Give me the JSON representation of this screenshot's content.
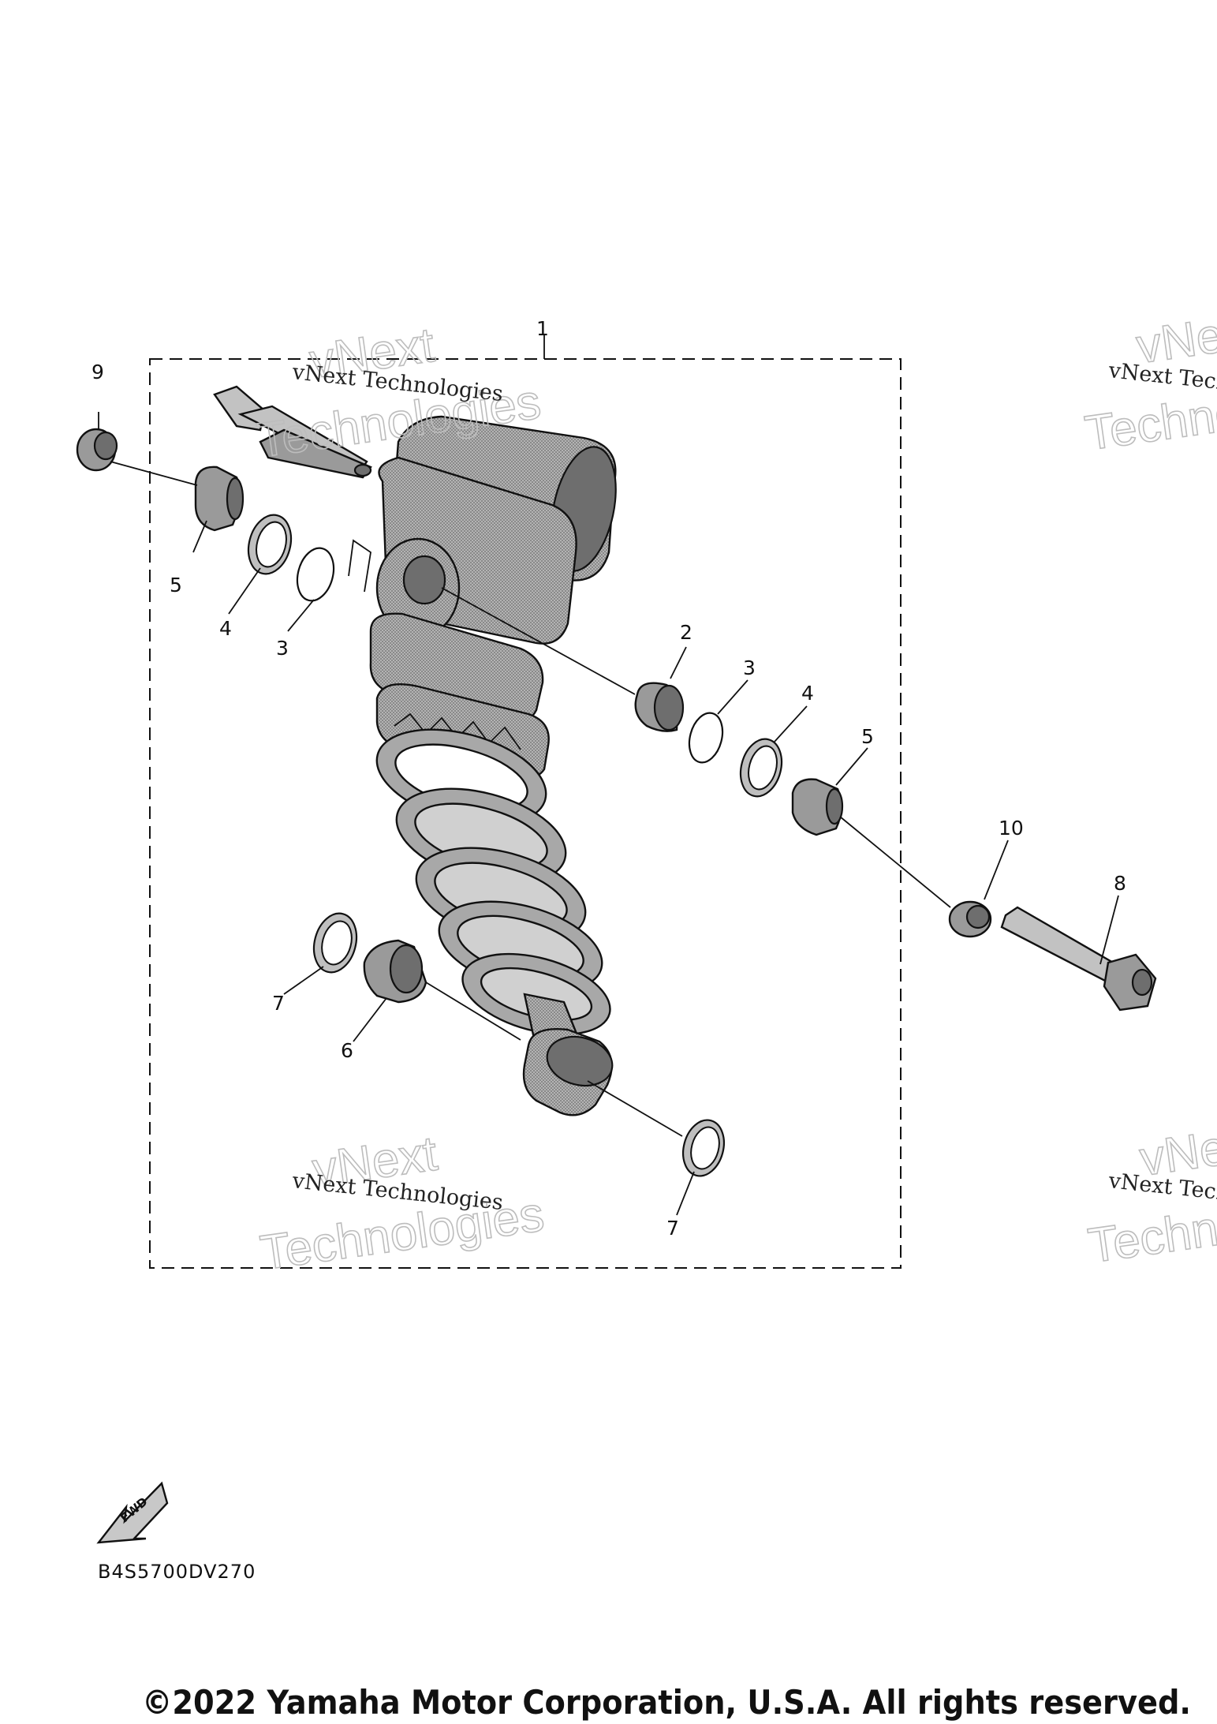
{
  "diagram": {
    "callouts": {
      "c1": "1",
      "c2": "2",
      "c3a": "3",
      "c3b": "3",
      "c4a": "4",
      "c4b": "4",
      "c5a": "5",
      "c5b": "5",
      "c6": "6",
      "c7a": "7",
      "c7b": "7",
      "c8": "8",
      "c9": "9",
      "c10": "10"
    },
    "watermark": {
      "line": "vNext Technologies",
      "word1": "vNext",
      "word2": "Technologies"
    },
    "fwd_label": "FWD",
    "diagram_code": "B4S5700DV270",
    "copyright": "©2022 Yamaha Motor Corporation, U.S.A. All rights reserved."
  },
  "colors": {
    "line": "#111111",
    "part_fill": "#9a9a9a",
    "watermark_outline": "#bdbdbd"
  }
}
